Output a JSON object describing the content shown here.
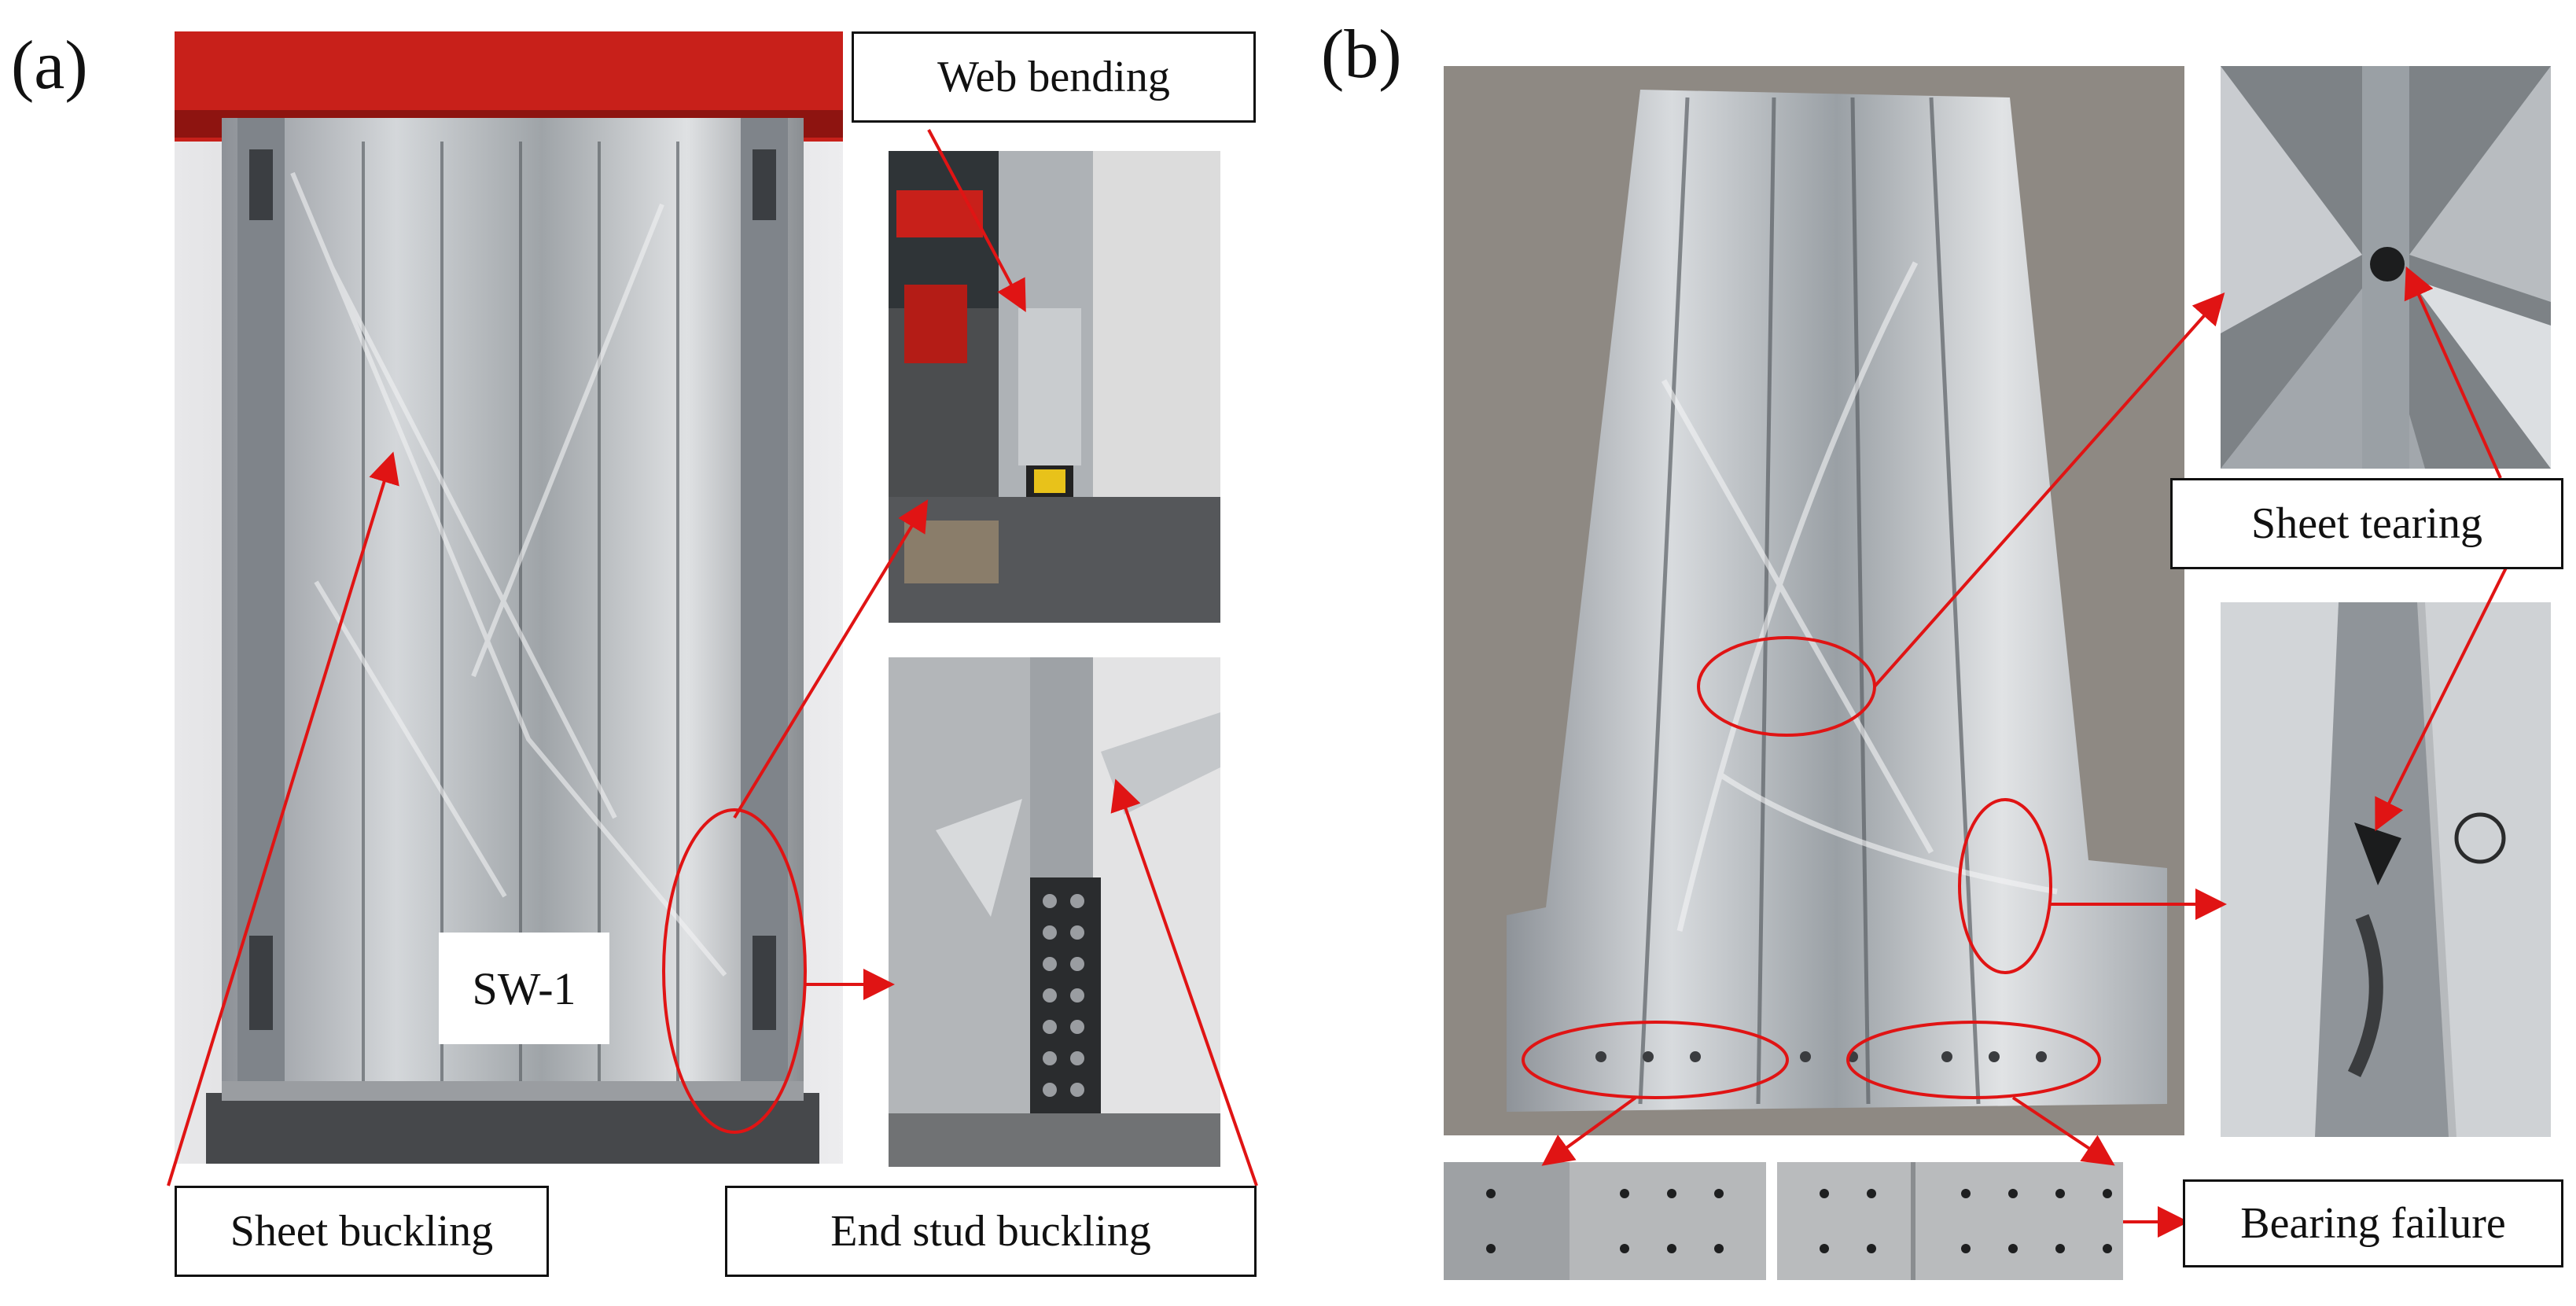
{
  "panels": {
    "a": {
      "letter": "(a)"
    },
    "b": {
      "letter": "(b)"
    }
  },
  "labels": {
    "web_bending": "Web bending",
    "sheet_buckling": "Sheet buckling",
    "end_stud_buckling": "End stud buckling",
    "sheet_tearing": "Sheet tearing",
    "bearing_failure": "Bearing failure",
    "specimen": "SW-1"
  },
  "colors": {
    "annotation": "#e01414",
    "frame_red": "#c8201a",
    "steel": "#b9bcc0",
    "floor": "#8e8983"
  },
  "icons": {
    "arrow": "arrow-icon",
    "ellipse": "ellipse-marker"
  }
}
